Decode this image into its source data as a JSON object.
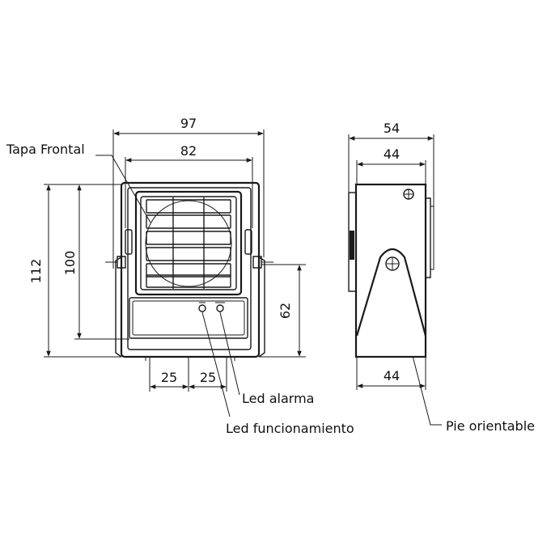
{
  "dimensions": {
    "overall_width": "97",
    "grille_width": "82",
    "overall_height": "112",
    "body_height": "100",
    "pivot_height": "62",
    "led_spacing_left": "25",
    "led_spacing_right": "25",
    "side_depth": "54",
    "side_body_depth": "44",
    "foot_depth": "44"
  },
  "labels": {
    "front_cover": "Tapa Frontal",
    "alarm_led": "Led alarma",
    "operation_led": "Led funcionamiento",
    "adjustable_foot": "Pie orientable"
  }
}
